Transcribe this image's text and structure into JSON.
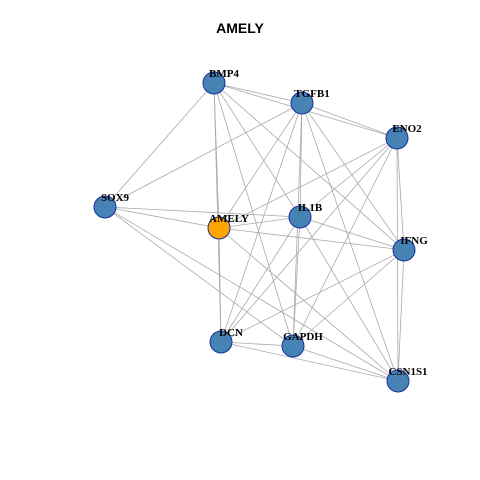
{
  "title": "AMELY",
  "colors": {
    "node_fill": "#4682b4",
    "node_stroke": "#1a2f9e",
    "highlight_fill": "#ffa500",
    "highlight_stroke": "#8a5a00",
    "edge": "#aaaaaa"
  },
  "nodes": [
    {
      "id": "BMP4",
      "label": "BMP4",
      "highlight": false
    },
    {
      "id": "TGFB1",
      "label": "TGFB1",
      "highlight": false
    },
    {
      "id": "ENO2",
      "label": "ENO2",
      "highlight": false
    },
    {
      "id": "SOX9",
      "label": "SOX9",
      "highlight": false
    },
    {
      "id": "AMELY",
      "label": "AMELY",
      "highlight": true
    },
    {
      "id": "IL1B",
      "label": "IL1B",
      "highlight": false
    },
    {
      "id": "IFNG",
      "label": "IFNG",
      "highlight": false
    },
    {
      "id": "DCN",
      "label": "DCN",
      "highlight": false
    },
    {
      "id": "GAPDH",
      "label": "GAPDH",
      "highlight": false
    },
    {
      "id": "CSN1S1",
      "label": "CSN1S1",
      "highlight": false
    }
  ],
  "edges": [
    [
      "BMP4",
      "TGFB1"
    ],
    [
      "BMP4",
      "ENO2"
    ],
    [
      "BMP4",
      "SOX9"
    ],
    [
      "BMP4",
      "AMELY"
    ],
    [
      "BMP4",
      "IL1B"
    ],
    [
      "BMP4",
      "IFNG"
    ],
    [
      "BMP4",
      "DCN"
    ],
    [
      "BMP4",
      "GAPDH"
    ],
    [
      "TGFB1",
      "ENO2"
    ],
    [
      "TGFB1",
      "SOX9"
    ],
    [
      "TGFB1",
      "AMELY"
    ],
    [
      "TGFB1",
      "IL1B"
    ],
    [
      "TGFB1",
      "IFNG"
    ],
    [
      "TGFB1",
      "DCN"
    ],
    [
      "TGFB1",
      "GAPDH"
    ],
    [
      "TGFB1",
      "CSN1S1"
    ],
    [
      "ENO2",
      "AMELY"
    ],
    [
      "ENO2",
      "IL1B"
    ],
    [
      "ENO2",
      "IFNG"
    ],
    [
      "ENO2",
      "DCN"
    ],
    [
      "ENO2",
      "GAPDH"
    ],
    [
      "ENO2",
      "CSN1S1"
    ],
    [
      "SOX9",
      "AMELY"
    ],
    [
      "SOX9",
      "IL1B"
    ],
    [
      "SOX9",
      "GAPDH"
    ],
    [
      "SOX9",
      "CSN1S1"
    ],
    [
      "AMELY",
      "IL1B"
    ],
    [
      "AMELY",
      "IFNG"
    ],
    [
      "AMELY",
      "DCN"
    ],
    [
      "AMELY",
      "CSN1S1"
    ],
    [
      "IL1B",
      "IFNG"
    ],
    [
      "IL1B",
      "DCN"
    ],
    [
      "IL1B",
      "GAPDH"
    ],
    [
      "IL1B",
      "CSN1S1"
    ],
    [
      "IFNG",
      "DCN"
    ],
    [
      "IFNG",
      "GAPDH"
    ],
    [
      "IFNG",
      "CSN1S1"
    ],
    [
      "DCN",
      "GAPDH"
    ],
    [
      "DCN",
      "CSN1S1"
    ],
    [
      "GAPDH",
      "CSN1S1"
    ]
  ]
}
